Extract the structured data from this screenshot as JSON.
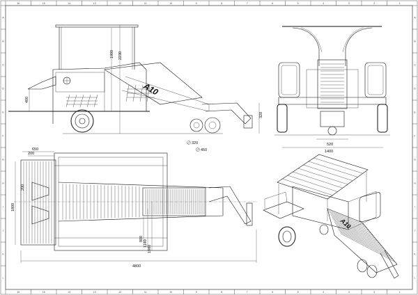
{
  "frame": {
    "top_numbers": [
      "16",
      "15",
      "14",
      "13",
      "12",
      "11",
      "10",
      "9",
      "8",
      "7",
      "6",
      "5",
      "4",
      "3",
      "2",
      "1"
    ],
    "side_letters": [
      "A",
      "B",
      "C",
      "D",
      "E",
      "F",
      "G",
      "H",
      "I",
      "J",
      "K",
      "L"
    ]
  },
  "side_view": {
    "model_badge": "A10",
    "dims": {
      "height_1": "1900",
      "height_2": "2230",
      "hopper": "400",
      "hitch": "320",
      "wheel_small": "320",
      "wheel_large": "450"
    }
  },
  "front_view": {
    "dims": {
      "track": "520",
      "width": "1400"
    }
  },
  "plan_view": {
    "dims": {
      "d650": "650",
      "d200a": "200",
      "d200b": "200",
      "width": "1800",
      "d800": "800",
      "d1140": "1140",
      "d1980": "1980",
      "length": "4800"
    }
  },
  "iso_view": {
    "model_badge": "A10"
  }
}
